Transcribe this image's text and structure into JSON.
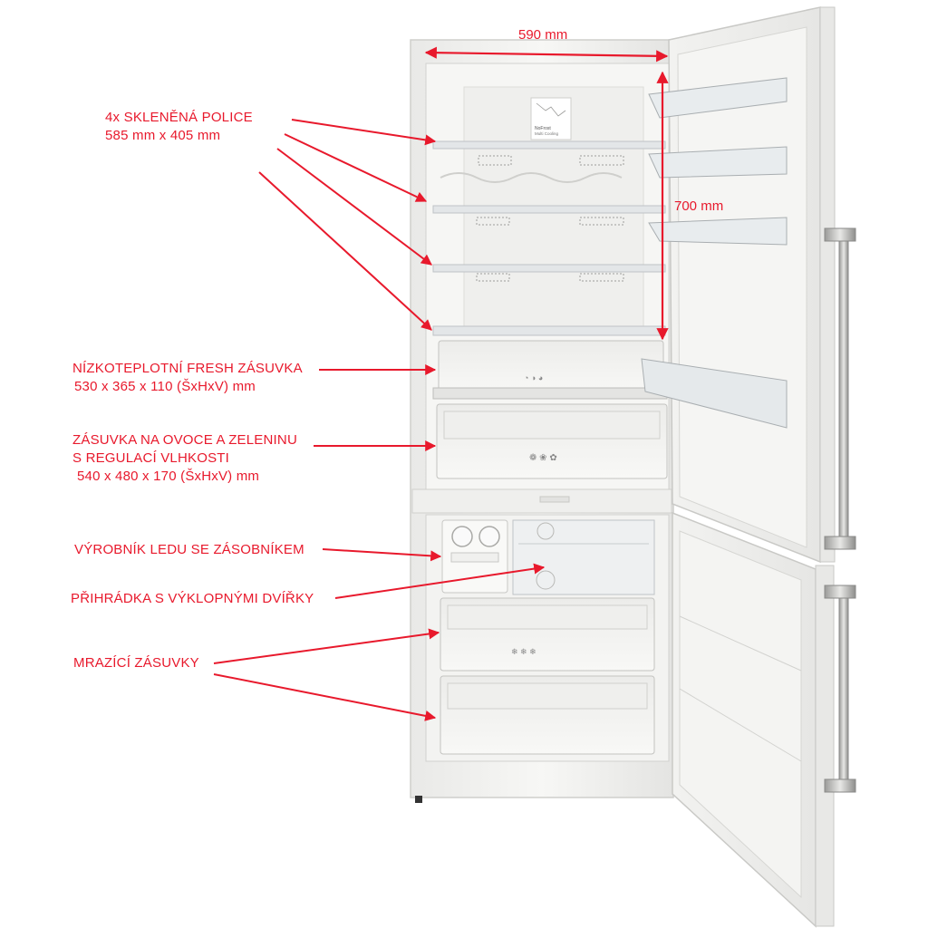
{
  "dimensions": {
    "width": "590 mm",
    "height": "700 mm"
  },
  "labels": {
    "shelves": {
      "line1": "4x SKLENĚNÁ POLICE",
      "line2": "585 mm x 405 mm"
    },
    "fresh_drawer": {
      "line1": "NÍZKOTEPLOTNÍ FRESH ZÁSUVKA",
      "line2": "530 x 365 x 110 (ŠxHxV) mm"
    },
    "crisper": {
      "line1": "ZÁSUVKA NA OVOCE A ZELENINU",
      "line2": "S REGULACÍ VLHKOSTI",
      "line3": "540 x 480 x 170 (ŠxHxV) mm"
    },
    "ice_maker": {
      "line1": "VÝROBNÍK LEDU SE ZÁSOBNÍKEM"
    },
    "flap_compartment": {
      "line1": "PŘIHRÁDKA S VÝKLOPNÝMI DVÍŘKY"
    },
    "freezer_drawers": {
      "line1": "MRAZÍCÍ ZÁSUVKY"
    }
  },
  "sticker": {
    "line1": "NoFrost",
    "line2": "Multi Cooling"
  },
  "colors": {
    "annotation": "#e8192c",
    "cabinet": "#f4f4f2",
    "outline": "#c9c9c6"
  }
}
